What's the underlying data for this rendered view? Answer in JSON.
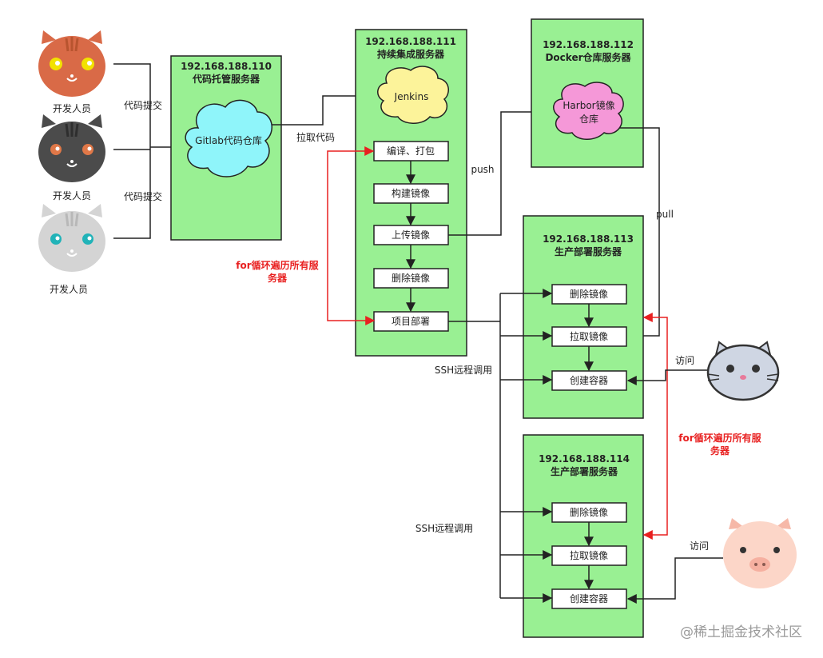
{
  "colors": {
    "server_fill": "#99f093",
    "server_stroke": "#222222",
    "step_fill": "#ffffff",
    "cloud_gitlab": "#8ff5fa",
    "cloud_jenkins": "#fcf39a",
    "cloud_harbor": "#f598d8",
    "red": "#e82020",
    "cat_orange": "#d96a47",
    "cat_black": "#4b4b4b",
    "cat_grey": "#d4d4d4",
    "visitor_cat": "#cfd6e3",
    "pig": "#fcd6c8"
  },
  "developers": [
    {
      "label": "开发人员",
      "icon": "orange-cat-icon"
    },
    {
      "label": "开发人员",
      "icon": "black-cat-icon"
    },
    {
      "label": "开发人员",
      "icon": "grey-cat-icon"
    }
  ],
  "edge_labels": {
    "commit_1": "代码提交",
    "commit_2": "代码提交",
    "pull_code": "拉取代码",
    "push": "push",
    "pull": "pull",
    "ssh_1": "SSH远程调用",
    "ssh_2": "SSH远程调用",
    "visit_1": "访问",
    "visit_2": "访问"
  },
  "servers": {
    "gitlab": {
      "ip": "192.168.188.110",
      "name": "代码托管服务器",
      "cloud": "Gitlab代码仓库"
    },
    "ci": {
      "ip": "192.168.188.111",
      "name": "持续集成服务器",
      "cloud": "Jenkins",
      "steps": [
        "编译、打包",
        "构建镜像",
        "上传镜像",
        "删除镜像",
        "项目部署"
      ]
    },
    "harbor": {
      "ip": "192.168.188.112",
      "name": "Docker仓库服务器",
      "cloud_l1": "Harbor镜像",
      "cloud_l2": "仓库"
    },
    "prod1": {
      "ip": "192.168.188.113",
      "name": "生产部署服务器",
      "steps": [
        "删除镜像",
        "拉取镜像",
        "创建容器"
      ]
    },
    "prod2": {
      "ip": "192.168.188.114",
      "name": "生产部署服务器",
      "steps": [
        "删除镜像",
        "拉取镜像",
        "创建容器"
      ]
    }
  },
  "loop_notes": {
    "left_l1": "for循环遍历所有服",
    "left_l2": "务器",
    "right_l1": "for循环遍历所有服",
    "right_l2": "务器"
  },
  "watermark": "@稀土掘金技术社区"
}
